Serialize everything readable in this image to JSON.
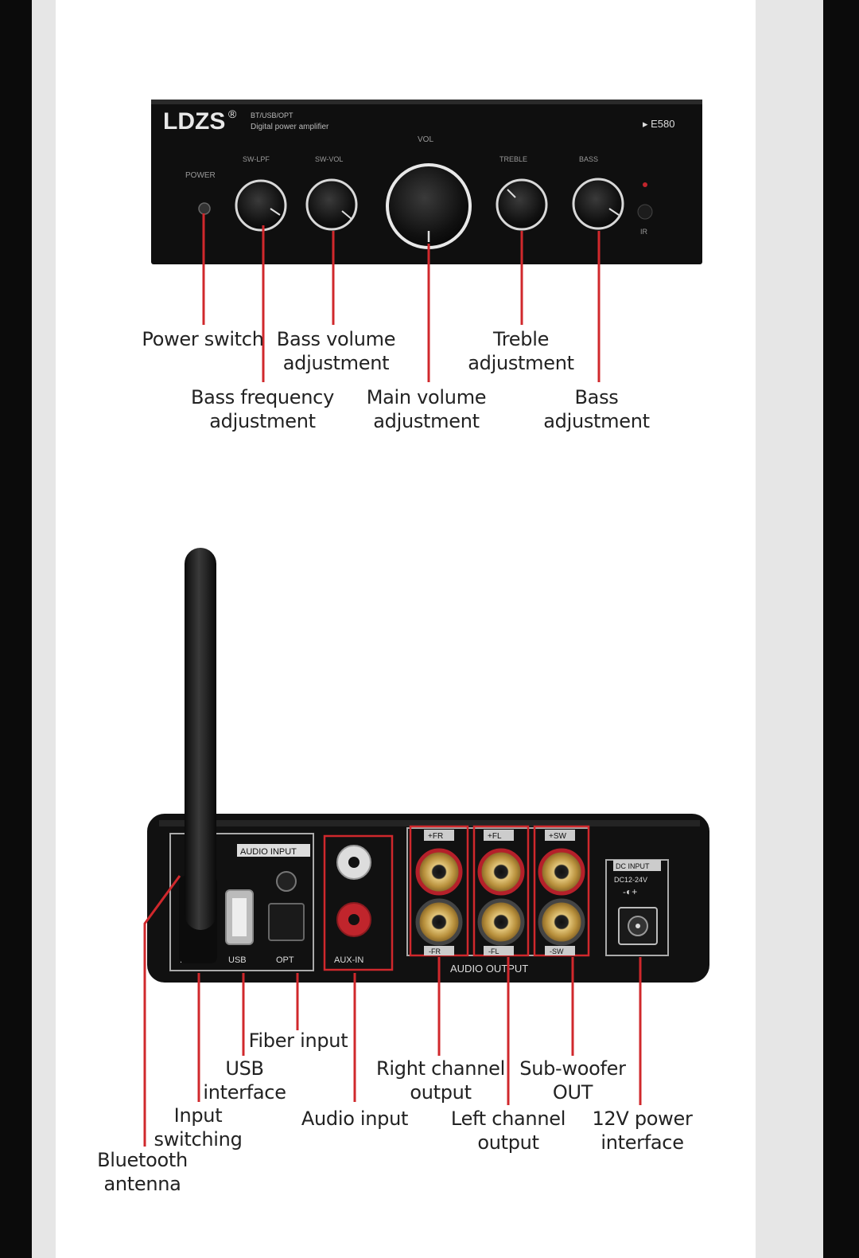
{
  "front": {
    "brand": "LDZS",
    "brand_mark": "®",
    "subtitle_line1": "BT/USB/OPT",
    "subtitle_line2": "Digital power amplifier",
    "model": "▸ E580",
    "knobs": {
      "sw_lpf": "SW-LPF",
      "sw_vol": "SW-VOL",
      "vol": "VOL",
      "treble": "TREBLE",
      "bass": "BASS"
    },
    "power": "POWER",
    "ir": "IR"
  },
  "front_callouts": {
    "power_switch": "Power switch",
    "bass_volume": "Bass volume\nadjustment",
    "treble": "Treble\nadjustment",
    "bass_frequency": "Bass frequency\nadjustment",
    "main_volume": "Main volume\nadjustment",
    "bass": "Bass\nadjustment"
  },
  "back": {
    "audio_input_label": "AUDIO INPUT",
    "input": "INPUT",
    "usb": "USB",
    "opt": "OPT",
    "aux_in": "AUX-IN",
    "audio_output": "AUDIO OUTPUT",
    "fr_top": "+FR",
    "fl_top": "+FL",
    "sw_top": "+SW",
    "fr_bottom": "-FR",
    "fl_bottom": "-FL",
    "sw_bottom": "-SW",
    "dc_input": "DC INPUT",
    "dc_range": "DC12-24V",
    "dc_polarity": "-◐+"
  },
  "back_callouts": {
    "fiber_input": "Fiber input",
    "usb_interface": "USB\ninterface",
    "input_switching": "Input\nswitching",
    "bluetooth_antenna": "Bluetooth\nantenna",
    "audio_input": "Audio input",
    "right_channel": "Right channel\noutput",
    "left_channel": "Left channel\noutput",
    "subwoofer": "Sub-woofer\nOUT",
    "power_12v": "12V power\ninterface"
  },
  "colors": {
    "callout_line": "#d0282c",
    "device": "#101010",
    "rca_gold": "#c9a24a",
    "rca_red": "#c0252c"
  }
}
